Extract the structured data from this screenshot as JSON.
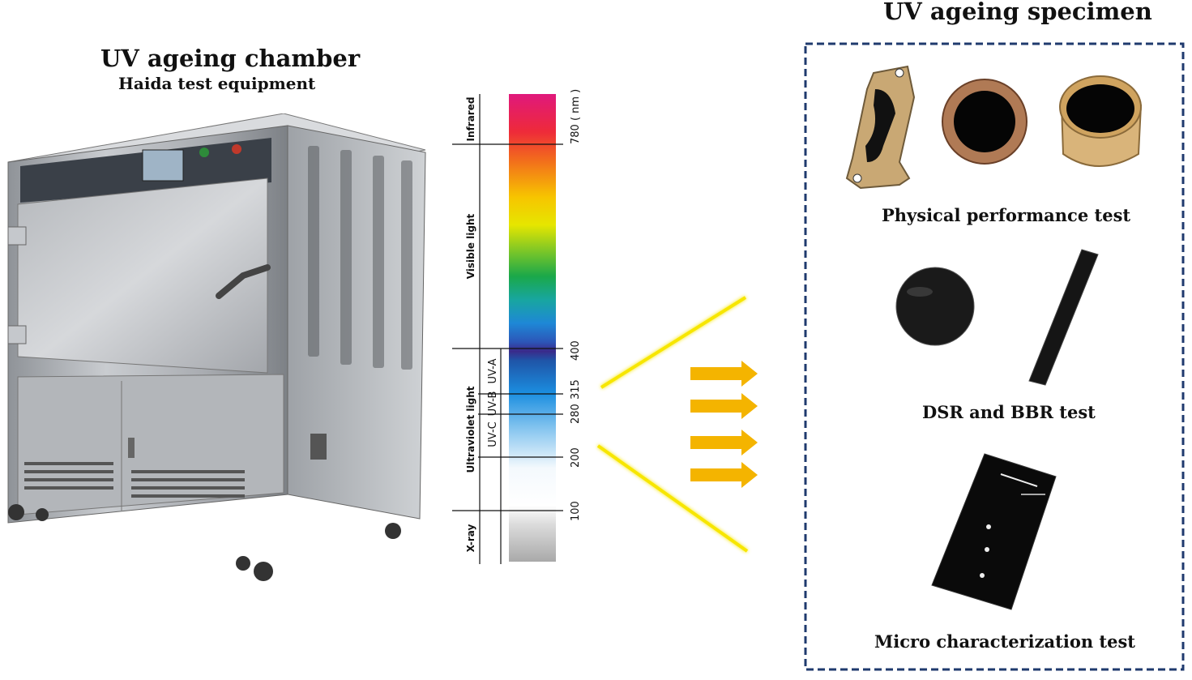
{
  "chamber": {
    "title": "UV ageing chamber",
    "subtitle": "Haida test equipment"
  },
  "spectrum": {
    "regions": [
      "Infrared",
      "Visible light",
      "Ultraviolet light",
      "X-ray"
    ],
    "uv_bands": [
      "UV-C",
      "UV-B",
      "UV-A"
    ],
    "wavelength_labels": [
      "780 ( nm )",
      "400",
      "315",
      "280",
      "200",
      "100"
    ]
  },
  "specimen": {
    "title": "UV ageing specimen",
    "tests": [
      "Physical performance test",
      "DSR and BBR test",
      "Micro characterization test"
    ]
  },
  "colors": {
    "frame_dash": "#1f3a6e",
    "arrow": "#f4b400",
    "light_ray": "#f7e600"
  }
}
